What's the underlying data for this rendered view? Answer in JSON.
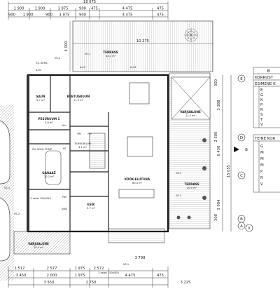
{
  "dimensions": {
    "top_overall": "18 075",
    "top_row1": [
      "1 900",
      "1 900",
      "1 975",
      "900",
      "475",
      "4 475",
      "475"
    ],
    "top_row2": [
      "900",
      "1 900",
      "900",
      "1 975",
      "900",
      "4 475",
      "475"
    ],
    "bottom_row1": [
      "1 517",
      "2 577",
      "1 975",
      "2 572",
      "3 798"
    ],
    "bottom_row2": [
      "3 450",
      "2 000",
      "1 975",
      "4 475",
      "475"
    ],
    "bottom_row3": [
      "3 550",
      "2 750",
      "3 225"
    ],
    "right_overall": "15 055",
    "right_segments": [
      "3 388",
      "6 430",
      "3 904"
    ],
    "terrace_width": "10 275",
    "terrace_depth": "4 000",
    "misc_right": [
      "300",
      "2 300",
      "300"
    ]
  },
  "axes": {
    "e": "E",
    "d": "D",
    "c": "C",
    "b": "B",
    "a": "A",
    "x": "X",
    "b_right": "B"
  },
  "rooms": [
    {
      "id": "terrass-top",
      "name": "TERRASS",
      "area": "43.1 m²"
    },
    {
      "id": "saun",
      "name": "SAUN",
      "area": "5.7 m²"
    },
    {
      "id": "riietusruum",
      "name": "RIIETUSRUUM",
      "area": "11.5 m²"
    },
    {
      "id": "pesuruum",
      "name": "PESURUUM 1",
      "area": "3.8 m²"
    },
    {
      "id": "ov-sool",
      "name": "ÕV. SOOJ. PUMP",
      "area": ""
    },
    {
      "id": "garaaz",
      "name": "GARAAŽ",
      "area": "20.2 m²"
    },
    {
      "id": "tehnoruum",
      "name": "TEHNORUUM",
      "area": "4.1 m²"
    },
    {
      "id": "kook-elutuba",
      "name": "KÖÖK-ELUTUBA",
      "area": "60.4 m²"
    },
    {
      "id": "terrass-right",
      "name": "TERRASS",
      "area": "20.0 m²"
    },
    {
      "id": "vaikaluline",
      "name": "VARJUALUNE",
      "area": "11.0 m²"
    },
    {
      "id": "esik",
      "name": "ESIK",
      "area": "5.7 m²"
    },
    {
      "id": "vaikaluline-2",
      "name": "VARJUALUNE",
      "area": "10.0 m²"
    }
  ],
  "labels": {
    "vs1_top": "VS-1",
    "vs2_top": "VS-2",
    "a22": "A-22",
    "a03": "A-03",
    "el_kers": "EL. KERS.",
    "a01": "A-01",
    "vs1_left": "VS-1",
    "vs2_left": "VS-2",
    "vs1_mid": "VS-1",
    "vs2_mid": "VS-2",
    "vs1_bottom": "VS-1",
    "vms": "VMS",
    "pjk": "PJK",
    "pm1": "PM",
    "pm2": "PM",
    "ss": "SS",
    "door_note1": "2 astet 150x250",
    "door_note2": "2 astet 150x500",
    "kin": "Kin"
  },
  "legend": {
    "header": "EI",
    "row1": "KORRUST",
    "row2": "ESIMENE K",
    "letters_a": [
      "E",
      "G",
      "K",
      "P",
      "R",
      "S",
      "T",
      "V"
    ],
    "section2": "TEINE KOR",
    "letters_b": [
      "G",
      "M",
      "M",
      "M",
      "P",
      "R",
      "V"
    ]
  }
}
